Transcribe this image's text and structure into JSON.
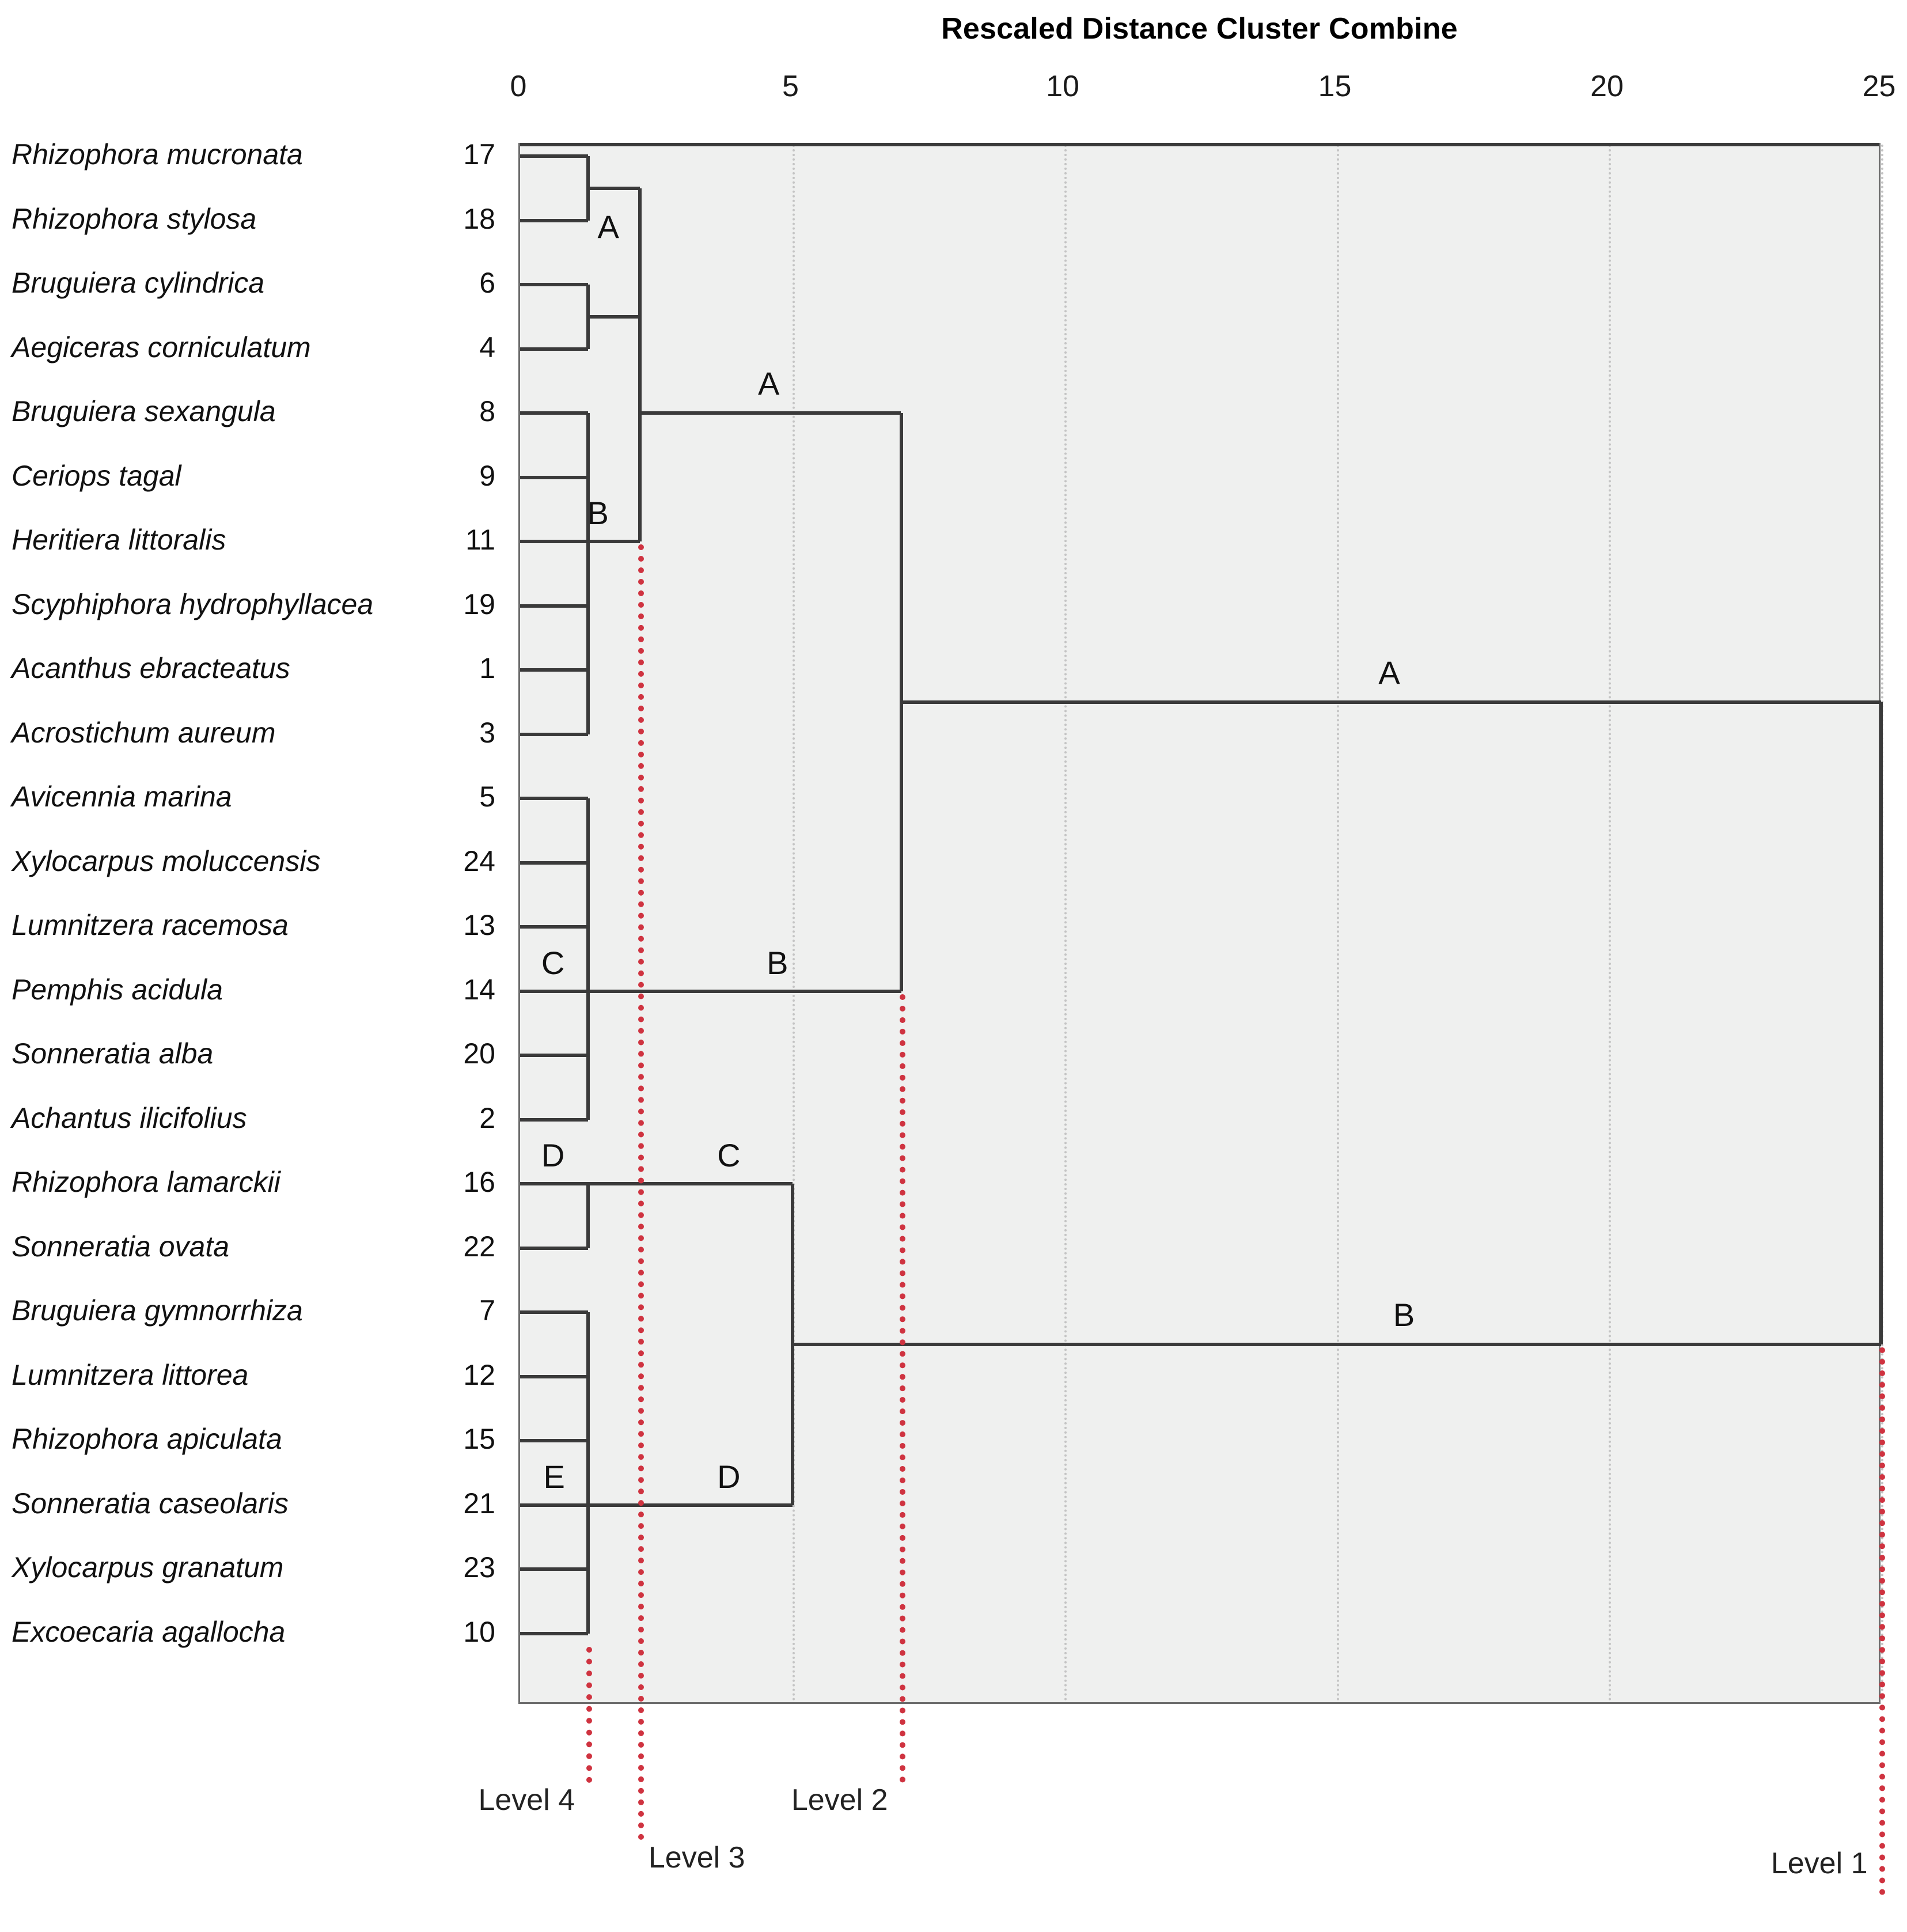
{
  "chart_data": {
    "type": "dendrogram",
    "title": "Rescaled Distance Cluster Combine",
    "xlabel": "",
    "ylabel": "",
    "xlim": [
      0,
      25
    ],
    "axis_ticks": [
      0,
      5,
      10,
      15,
      20,
      25
    ],
    "grid": true,
    "leaves": [
      {
        "name": "Rhizophora mucronata",
        "num": "17"
      },
      {
        "name": "Rhizophora stylosa",
        "num": "18"
      },
      {
        "name": "Bruguiera cylindrica",
        "num": "6"
      },
      {
        "name": "Aegiceras corniculatum",
        "num": "4"
      },
      {
        "name": "Bruguiera sexangula",
        "num": "8"
      },
      {
        "name": "Ceriops tagal",
        "num": "9"
      },
      {
        "name": "Heritiera littoralis",
        "num": "11"
      },
      {
        "name": "Scyphiphora hydrophyllacea",
        "num": "19"
      },
      {
        "name": "Acanthus ebracteatus",
        "num": "1"
      },
      {
        "name": "Acrostichum aureum",
        "num": "3"
      },
      {
        "name": "Avicennia marina",
        "num": "5"
      },
      {
        "name": "Xylocarpus moluccensis",
        "num": "24"
      },
      {
        "name": "Lumnitzera racemosa",
        "num": "13"
      },
      {
        "name": "Pemphis acidula",
        "num": "14"
      },
      {
        "name": "Sonneratia alba",
        "num": "20"
      },
      {
        "name": "Achantus ilicifolius",
        "num": "2"
      },
      {
        "name": "Rhizophora lamarckii",
        "num": "16"
      },
      {
        "name": "Sonneratia ovata",
        "num": "22"
      },
      {
        "name": "Bruguiera gymnorrhiza",
        "num": "7"
      },
      {
        "name": "Lumnitzera littorea",
        "num": "12"
      },
      {
        "name": "Rhizophora apiculata",
        "num": "15"
      },
      {
        "name": "Sonneratia caseolaris",
        "num": "21"
      },
      {
        "name": "Xylocarpus granatum",
        "num": "23"
      },
      {
        "name": "Excoecaria agallocha",
        "num": "10"
      }
    ],
    "merges": [
      {
        "id": "m1",
        "label": "",
        "distance": 1.25,
        "leaf_from": 0,
        "leaf_to": 1
      },
      {
        "id": "m2",
        "label": "",
        "distance": 1.25,
        "leaf_from": 2,
        "leaf_to": 3
      },
      {
        "id": "mA4",
        "label": "A",
        "distance": 1.25,
        "leaf_from": 0.5,
        "leaf_to": 2.5
      },
      {
        "id": "m3",
        "label": "",
        "distance": 1.25,
        "leaf_from": 4,
        "leaf_to": 5
      },
      {
        "id": "m4",
        "label": "",
        "distance": 1.25,
        "leaf_from": 7,
        "leaf_to": 8
      },
      {
        "id": "m5",
        "label": "",
        "distance": 1.25,
        "leaf_from": 8.5,
        "leaf_to": 9
      },
      {
        "id": "mB4",
        "label": "B",
        "distance": 1.25,
        "leaf_from": 4.5,
        "leaf_to": 6
      },
      {
        "id": "m6",
        "label": "",
        "distance": 1.25,
        "leaf_from": 10,
        "leaf_to": 11
      },
      {
        "id": "m7",
        "label": "",
        "distance": 1.25,
        "leaf_from": 12,
        "leaf_to": 14
      },
      {
        "id": "mC4",
        "label": "C",
        "distance": 1.25,
        "leaf_from": 10.5,
        "leaf_to": 15
      },
      {
        "id": "mD4",
        "label": "D",
        "distance": 1.25,
        "leaf_from": 16,
        "leaf_to": 17
      },
      {
        "id": "m8",
        "label": "",
        "distance": 1.25,
        "leaf_from": 18,
        "leaf_to": 19
      },
      {
        "id": "m9",
        "label": "",
        "distance": 1.25,
        "leaf_from": 20,
        "leaf_to": 22
      },
      {
        "id": "mE4",
        "label": "E",
        "distance": 1.25,
        "leaf_from": 18.5,
        "leaf_to": 23
      },
      {
        "id": "mA3",
        "label": "A",
        "distance": 2.2,
        "note": "joins A-block and B-block"
      },
      {
        "id": "mC3",
        "label": "C",
        "distance": 2.2,
        "note": "joins D-block and E-block"
      },
      {
        "id": "mA2",
        "label": "A",
        "distance": 7.0,
        "note": "upper level-2 cluster"
      },
      {
        "id": "mB2",
        "label": "B",
        "distance": 7.0,
        "note": "lower level-2 cluster (C-block)"
      },
      {
        "id": "mD2",
        "label": "D",
        "distance": 5.0,
        "note": "level-2 cluster from C3"
      },
      {
        "id": "mA1",
        "label": "A",
        "distance": 25.0,
        "note": "root left branch"
      },
      {
        "id": "mB1",
        "label": "B",
        "distance": 25.0,
        "note": "root right branch"
      }
    ],
    "cut_lines": [
      {
        "label": "Level 4",
        "distance": 1.25
      },
      {
        "label": "Level 3",
        "distance": 2.2
      },
      {
        "label": "Level 2",
        "distance": 7.0
      },
      {
        "label": "Level 1",
        "distance": 25.0
      }
    ],
    "colors": {
      "plot_background": "#eff0ef",
      "link": "#3a3a3a",
      "gridline": "#c4c4c4",
      "cut_line": "#cf3340",
      "border": "#6b6b6b"
    }
  }
}
